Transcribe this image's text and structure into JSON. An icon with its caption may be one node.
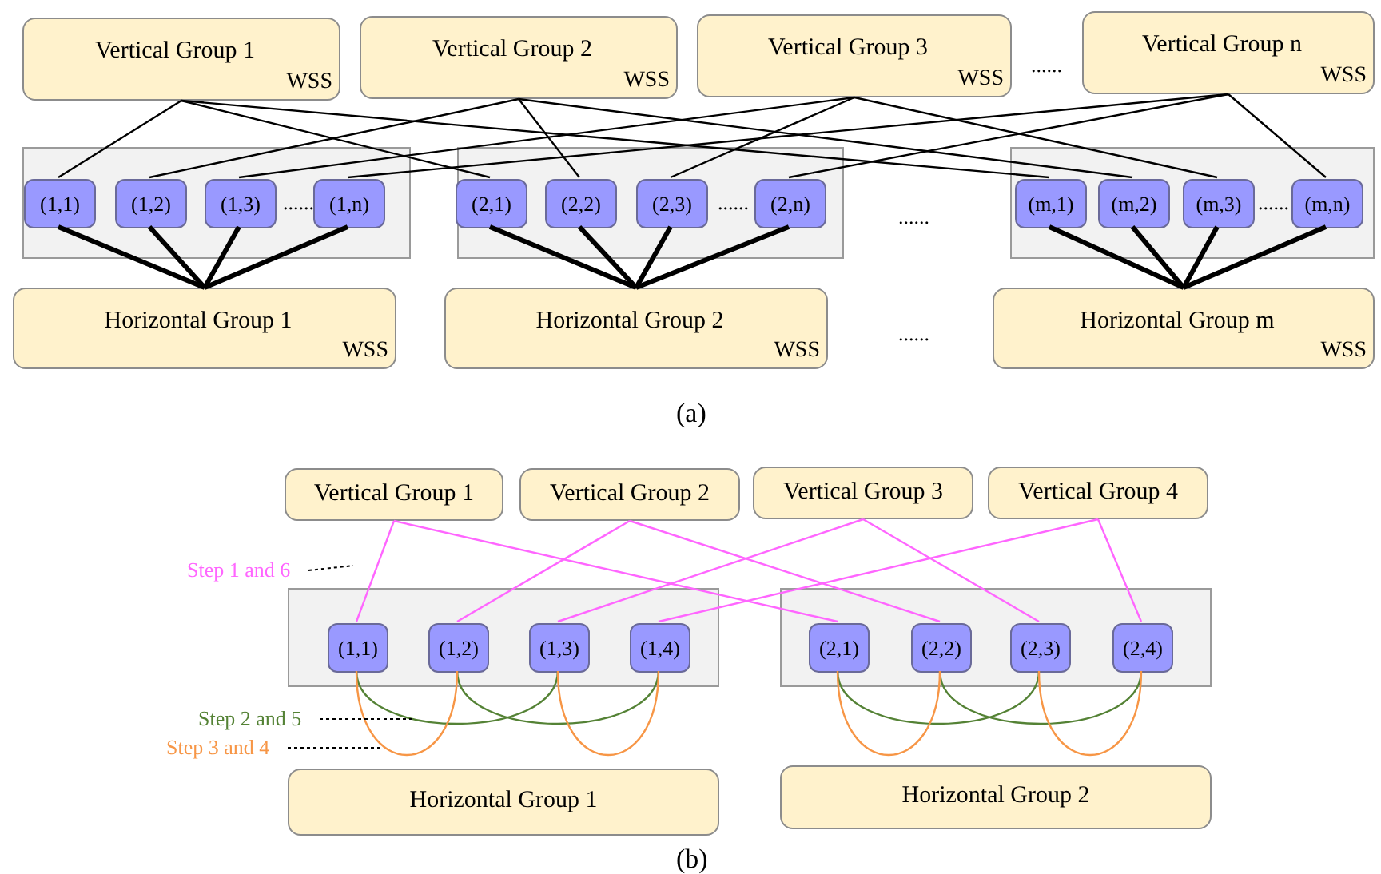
{
  "diagram": {
    "nodes": [
      {
        "text": [
          "Vertical Group 1",
          "WSS"
        ]
      },
      {
        "text": [
          "Vertical Group 2",
          "WSS"
        ]
      },
      {
        "text": [
          "Vertical Group 3",
          "WSS"
        ]
      },
      {
        "text": [
          "Vertical Group n",
          "WSS"
        ]
      },
      {
        "text": [],
        "shape": "box"
      },
      {
        "text": [
          "(1,1)"
        ],
        "in": 4
      },
      {
        "text": [
          "(1,2)"
        ],
        "in": 4
      },
      {
        "text": [
          "(1,3)"
        ],
        "in": 4
      },
      {
        "text": [
          "(1,n)"
        ],
        "in": 4
      },
      {
        "text": [],
        "shape": "box"
      },
      {
        "text": [
          "(2,1)"
        ],
        "in": 9
      },
      {
        "text": [
          "(2,2)"
        ],
        "in": 9
      },
      {
        "text": [
          "(2,3)"
        ],
        "in": 9
      },
      {
        "text": [
          "(2,n)"
        ],
        "in": 9
      },
      {
        "text": [],
        "shape": "box"
      },
      {
        "text": [
          "(m,1)"
        ],
        "in": 14
      },
      {
        "text": [
          "(m,2)"
        ],
        "in": 14
      },
      {
        "text": [
          "(m,3)"
        ],
        "in": 14
      },
      {
        "text": [
          "(m,n)"
        ],
        "in": 14
      },
      {
        "text": [
          "Horizontal Group 1",
          "WSS"
        ]
      },
      {
        "text": [
          "Horizontal Group 2",
          "WSS"
        ]
      },
      {
        "text": [
          "Horizontal Group m",
          "WSS"
        ]
      },
      {
        "text": [
          "Vertical Group 1"
        ]
      },
      {
        "text": [
          "Vertical Group 2"
        ]
      },
      {
        "text": [
          "Vertical Group 3"
        ]
      },
      {
        "text": [
          "Vertical Group 4"
        ]
      },
      {
        "text": [
          "Step 1 and 6"
        ]
      },
      {
        "text": [],
        "shape": "box"
      },
      {
        "text": [
          "(1,1)"
        ],
        "in": 27
      },
      {
        "text": [
          "(1,2)"
        ],
        "in": 27
      },
      {
        "text": [
          "(1,3)"
        ],
        "in": 27
      },
      {
        "text": [
          "(1,4)"
        ],
        "in": 27
      },
      {
        "text": [],
        "shape": "box"
      },
      {
        "text": [
          "(2,1)"
        ],
        "in": 32
      },
      {
        "text": [
          "(2,2)"
        ],
        "in": 32
      },
      {
        "text": [
          "(2,3)"
        ],
        "in": 32
      },
      {
        "text": [
          "(2,4)"
        ],
        "in": 32
      },
      {
        "text": [
          "Step 2 and 5"
        ]
      },
      {
        "text": [
          "Horizontal Group 1"
        ]
      },
      {
        "text": [
          "Step 3 and 4"
        ]
      },
      {
        "text": [
          "Horizontal Group 2"
        ]
      }
    ],
    "edges": [
      {
        "from": 0,
        "to": 5,
        "arrow": "none"
      },
      {
        "from": 0,
        "to": 10,
        "arrow": "none"
      },
      {
        "from": 0,
        "to": 15,
        "arrow": "none"
      },
      {
        "from": 1,
        "to": 6,
        "arrow": "none"
      },
      {
        "from": 1,
        "to": 11,
        "arrow": "none"
      },
      {
        "from": 1,
        "to": 16,
        "arrow": "none"
      },
      {
        "from": 2,
        "to": 7,
        "arrow": "none"
      },
      {
        "from": 2,
        "to": 12,
        "arrow": "none"
      },
      {
        "from": 2,
        "to": 17,
        "arrow": "none"
      },
      {
        "from": 3,
        "to": 8,
        "arrow": "none"
      },
      {
        "from": 3,
        "to": 13,
        "arrow": "none"
      },
      {
        "from": 3,
        "to": 18,
        "arrow": "none"
      },
      {
        "from": 5,
        "to": 19,
        "arrow": "none",
        "style": "thick"
      },
      {
        "from": 6,
        "to": 19,
        "arrow": "none",
        "style": "thick"
      },
      {
        "from": 7,
        "to": 19,
        "arrow": "none",
        "style": "thick"
      },
      {
        "from": 8,
        "to": 19,
        "arrow": "none",
        "style": "thick"
      },
      {
        "from": 10,
        "to": 20,
        "arrow": "none",
        "style": "thick"
      },
      {
        "from": 11,
        "to": 20,
        "arrow": "none",
        "style": "thick"
      },
      {
        "from": 12,
        "to": 20,
        "arrow": "none",
        "style": "thick"
      },
      {
        "from": 13,
        "to": 20,
        "arrow": "none",
        "style": "thick"
      },
      {
        "from": 15,
        "to": 21,
        "arrow": "none",
        "style": "thick"
      },
      {
        "from": 16,
        "to": 21,
        "arrow": "none",
        "style": "thick"
      },
      {
        "from": 17,
        "to": 21,
        "arrow": "none",
        "style": "thick"
      },
      {
        "from": 18,
        "to": 21,
        "arrow": "none",
        "style": "thick"
      },
      {
        "from": 22,
        "to": 28,
        "arrow": "none",
        "color": "#ff66ff"
      },
      {
        "from": 22,
        "to": 33,
        "arrow": "none",
        "color": "#ff66ff"
      },
      {
        "from": 23,
        "to": 29,
        "arrow": "none",
        "color": "#ff66ff"
      },
      {
        "from": 23,
        "to": 34,
        "arrow": "none",
        "color": "#ff66ff"
      },
      {
        "from": 24,
        "to": 30,
        "arrow": "none",
        "color": "#ff66ff"
      },
      {
        "from": 24,
        "to": 35,
        "arrow": "none",
        "color": "#ff66ff"
      },
      {
        "from": 25,
        "to": 31,
        "arrow": "none",
        "color": "#ff66ff"
      },
      {
        "from": 25,
        "to": 36,
        "arrow": "none",
        "color": "#ff66ff"
      },
      {
        "from": 28,
        "to": 30,
        "arrow": "none",
        "color": "#548235"
      },
      {
        "from": 29,
        "to": 31,
        "arrow": "none",
        "color": "#548235"
      },
      {
        "from": 33,
        "to": 35,
        "arrow": "none",
        "color": "#548235"
      },
      {
        "from": 34,
        "to": 36,
        "arrow": "none",
        "color": "#548235"
      },
      {
        "from": 28,
        "to": 29,
        "arrow": "none",
        "color": "#f79646"
      },
      {
        "from": 30,
        "to": 31,
        "arrow": "none",
        "color": "#f79646"
      },
      {
        "from": 33,
        "to": 34,
        "arrow": "none",
        "color": "#f79646"
      },
      {
        "from": 35,
        "to": 36,
        "arrow": "none",
        "color": "#f79646"
      },
      {
        "from": 26,
        "to": null,
        "arrow": "none",
        "style": "dashed"
      },
      {
        "from": 37,
        "to": null,
        "arrow": "none",
        "style": "dashed"
      },
      {
        "from": 39,
        "to": null,
        "arrow": "none",
        "style": "dashed"
      }
    ],
    "labels": [
      "......",
      "......",
      "......",
      "......",
      "......",
      "......",
      "(a)",
      "(b)"
    ]
  }
}
